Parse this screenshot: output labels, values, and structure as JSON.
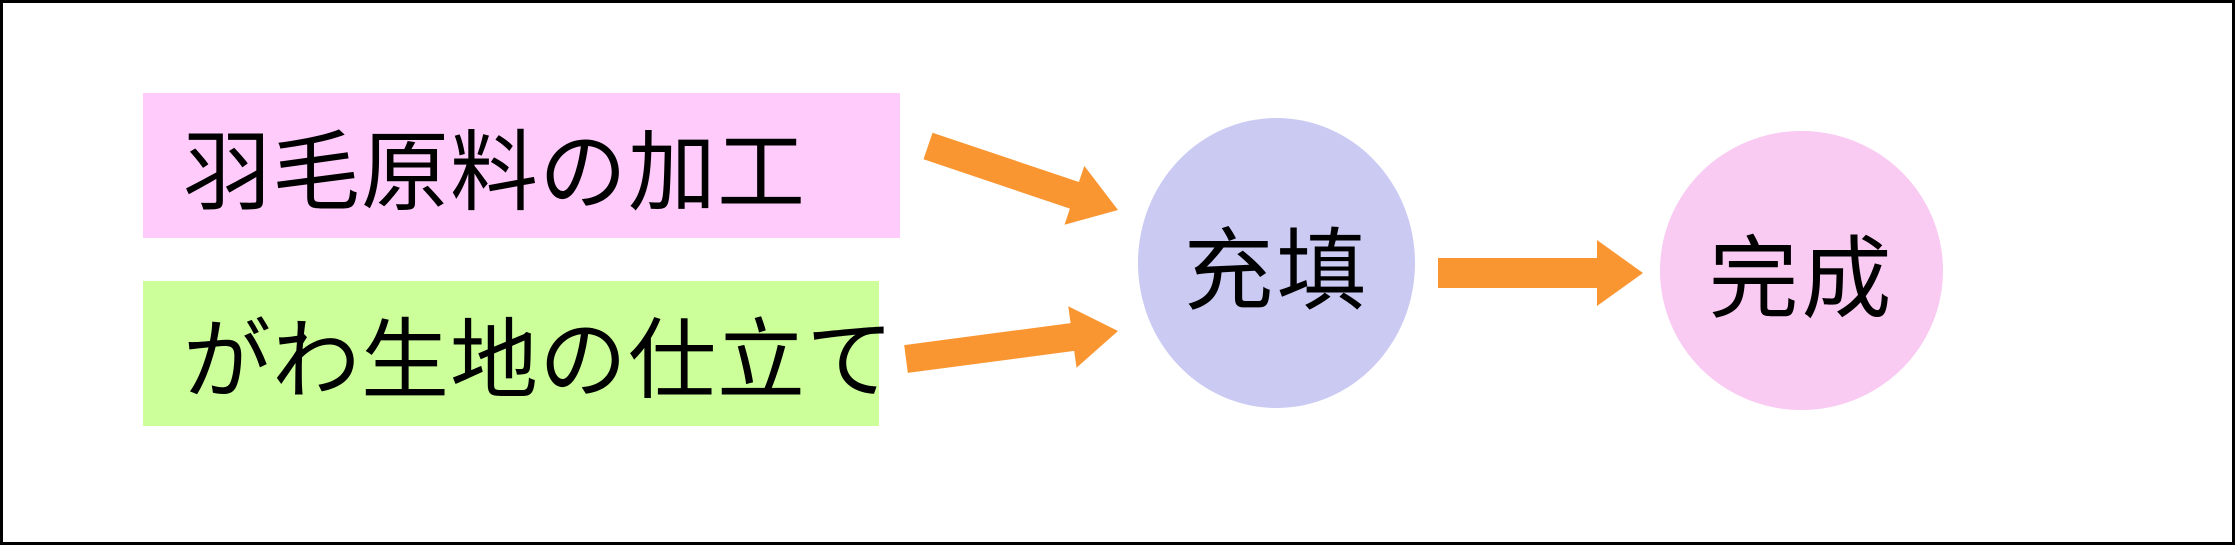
{
  "diagram": {
    "title": "down-quilt-manufacturing-process-flow",
    "boxes": [
      {
        "label": "羽毛原料の加工",
        "bg": "#FECBFA"
      },
      {
        "label": "がわ生地の仕立て",
        "bg": "#CCFF99"
      }
    ],
    "circles": [
      {
        "label": "充填",
        "bg": "#CACAF3"
      },
      {
        "label": "完成",
        "bg": "#F9CAF2"
      }
    ],
    "flow": [
      {
        "from": "羽毛原料の加工",
        "to": "充填"
      },
      {
        "from": "がわ生地の仕立て",
        "to": "充填"
      },
      {
        "from": "充填",
        "to": "完成"
      }
    ],
    "colors": {
      "arrow": "#FA9632",
      "border": "#000000",
      "background": "#FFFFFF",
      "text": "#000000"
    }
  }
}
